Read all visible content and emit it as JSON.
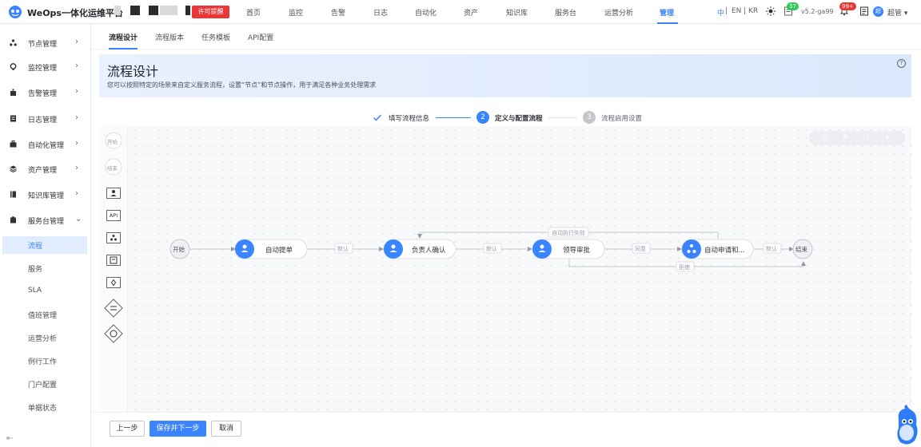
{
  "app": {
    "title": "WeOps一体化运维平台",
    "license_label": "许可提醒"
  },
  "nav": [
    "首页",
    "监控",
    "告警",
    "日志",
    "自动化",
    "资产",
    "知识库",
    "服务台",
    "运营分析",
    "管理"
  ],
  "langs": [
    "中",
    "EN",
    "KR"
  ],
  "header": {
    "task_count": "37",
    "version": "v5.2-ga99",
    "notify_count": "99+",
    "avatar_text": "超",
    "user": "超管"
  },
  "sidebar": {
    "groups": [
      "节点管理",
      "监控管理",
      "告警管理",
      "日志管理",
      "自动化管理",
      "资产管理",
      "知识库管理",
      "服务台管理"
    ],
    "sub": [
      "流程",
      "服务",
      "SLA",
      "值班管理",
      "运营分析",
      "例行工作",
      "门户配置",
      "单据状态"
    ]
  },
  "tabs": [
    "流程设计",
    "流程版本",
    "任务模板",
    "API配置"
  ],
  "banner": {
    "title": "流程设计",
    "desc": "您可以按照特定的场景来自定义服务流程，设置“节点”和节点操作，用于满足各种业务处理需求",
    "help": "?"
  },
  "steps": [
    {
      "num": "",
      "label": "填写流程信息",
      "state": "done"
    },
    {
      "num": "2",
      "label": "定义与配置流程",
      "state": "active"
    },
    {
      "num": "3",
      "label": "流程启用设置",
      "state": "todo"
    }
  ],
  "palette": {
    "start": "开始",
    "end": "结束",
    "api": "API"
  },
  "flow": {
    "start": "开始",
    "end": "结束",
    "nodes": [
      "自动提单",
      "负责人确认",
      "领导审批",
      "自动申请和..."
    ],
    "edge_labels": [
      "默认",
      "默认",
      "同意",
      "默认"
    ],
    "fail_label": "自动执行失败",
    "reject_label": "拒绝"
  },
  "footer": {
    "prev": "上一步",
    "save_next": "保存并下一步",
    "cancel": "取消"
  },
  "colors": {
    "primary": "#3a84ff",
    "danger": "#ea3636",
    "badge_green": "#2dcb56"
  }
}
